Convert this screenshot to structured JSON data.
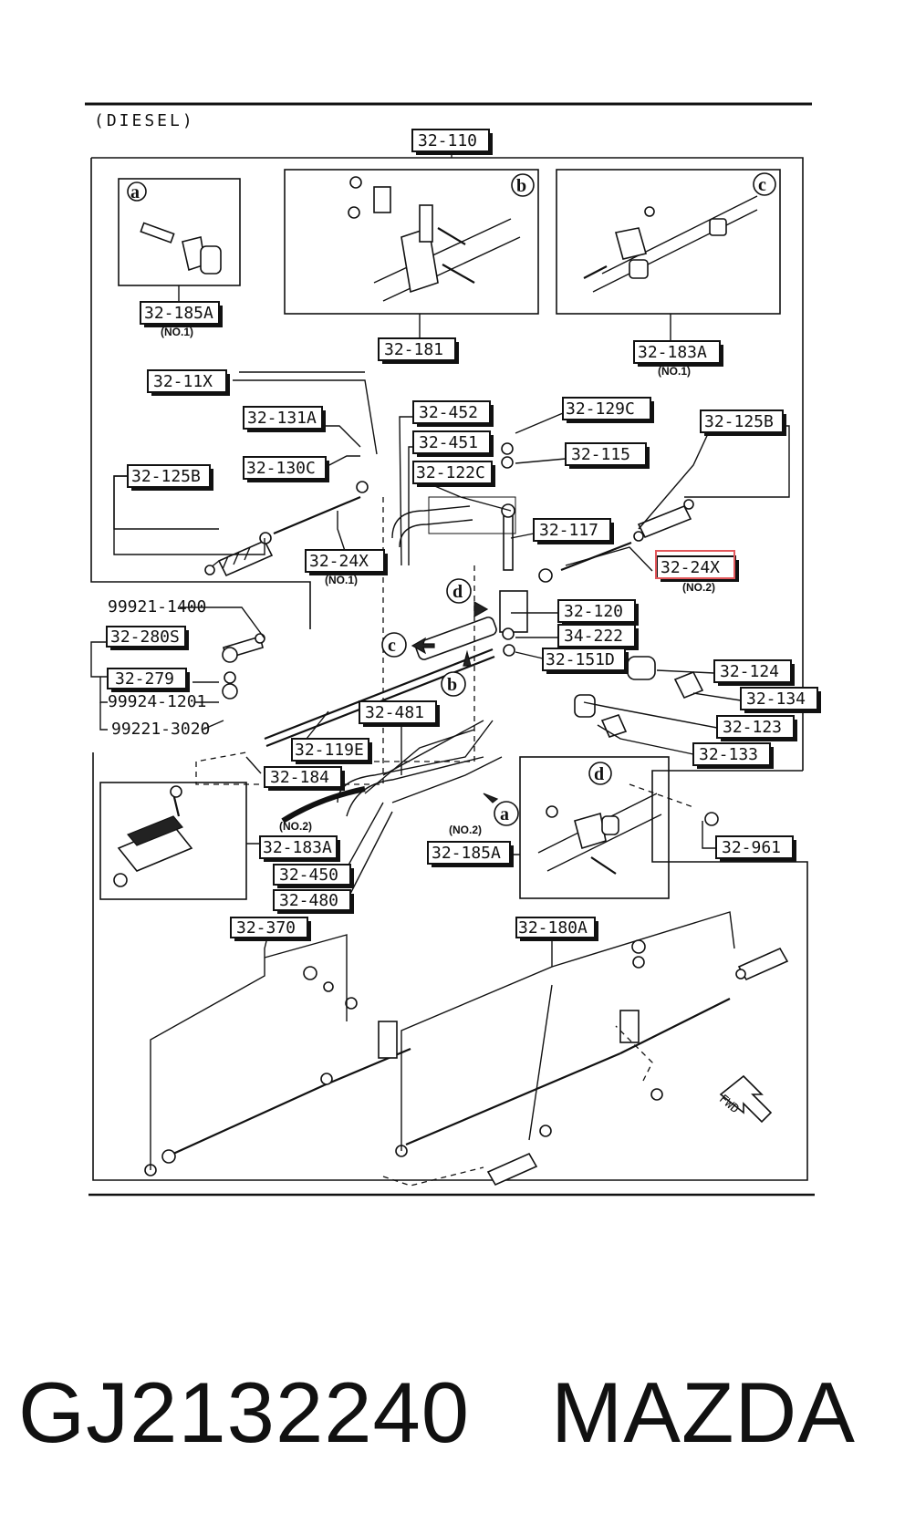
{
  "header": {
    "variant": "(DIESEL)"
  },
  "labels": {
    "l_32_110": "32-110",
    "l_32_185A_a": "32-185A",
    "l_no1_a": "(NO.1)",
    "l_32_181": "32-181",
    "l_32_183A_top": "32-183A",
    "l_no1_c": "(NO.1)",
    "l_32_11X": "32-11X",
    "l_32_131A": "32-131A",
    "l_32_452": "32-452",
    "l_32_129C": "32-129C",
    "l_32_125B_right": "32-125B",
    "l_32_451": "32-451",
    "l_32_115": "32-115",
    "l_32_130C": "32-130C",
    "l_32_122C": "32-122C",
    "l_32_125B_left": "32-125B",
    "l_32_117": "32-117",
    "l_32_24X_left": "32-24X",
    "l_no1_24x": "(NO.1)",
    "l_32_24X_right": "32-24X",
    "l_no2_24x": "(NO.2)",
    "l_99921_1400": "99921-1400",
    "l_32_120": "32-120",
    "l_32_280S": "32-280S",
    "l_34_222": "34-222",
    "l_32_151D": "32-151D",
    "l_32_279": "32-279",
    "l_32_124": "32-124",
    "l_99924_1201": "99924-1201",
    "l_32_134": "32-134",
    "l_99221_3020": "99221-3020",
    "l_32_481": "32-481",
    "l_32_123": "32-123",
    "l_32_119E": "32-119E",
    "l_32_133": "32-133",
    "l_32_184": "32-184",
    "l_no2_183": "(NO.2)",
    "l_32_183A_bottom": "32-183A",
    "l_no2_185": "(NO.2)",
    "l_32_185A_d": "32-185A",
    "l_32_961": "32-961",
    "l_32_450": "32-450",
    "l_32_480": "32-480",
    "l_32_370": "32-370",
    "l_32_180A": "32-180A",
    "l_fwd": "FWD"
  },
  "callouts": {
    "a": "a",
    "b": "b",
    "c": "c",
    "d": "d"
  },
  "highlighted_label": "32-24X",
  "colors": {
    "highlight": "#e2575b",
    "ink": "#111111",
    "paper": "#ffffff"
  },
  "footer": {
    "part_number": "GJ2132240",
    "brand": "MAZDA"
  }
}
